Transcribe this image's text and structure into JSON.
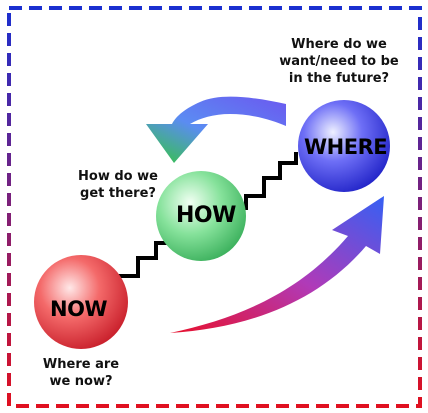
{
  "diagram": {
    "spheres": {
      "now": {
        "label": "NOW",
        "color": "#f06060"
      },
      "how": {
        "label": "HOW",
        "color": "#6fd98a"
      },
      "where": {
        "label": "WHERE",
        "color": "#5a5af0"
      }
    },
    "questions": {
      "where": [
        "Where do we",
        "want/need to be",
        "in the future?"
      ],
      "how": [
        "How do we",
        "get there?"
      ],
      "now": [
        "Where are",
        "we now?"
      ]
    },
    "border_colors": {
      "top": "#1a2fd0",
      "bottom": "#e01020"
    }
  }
}
